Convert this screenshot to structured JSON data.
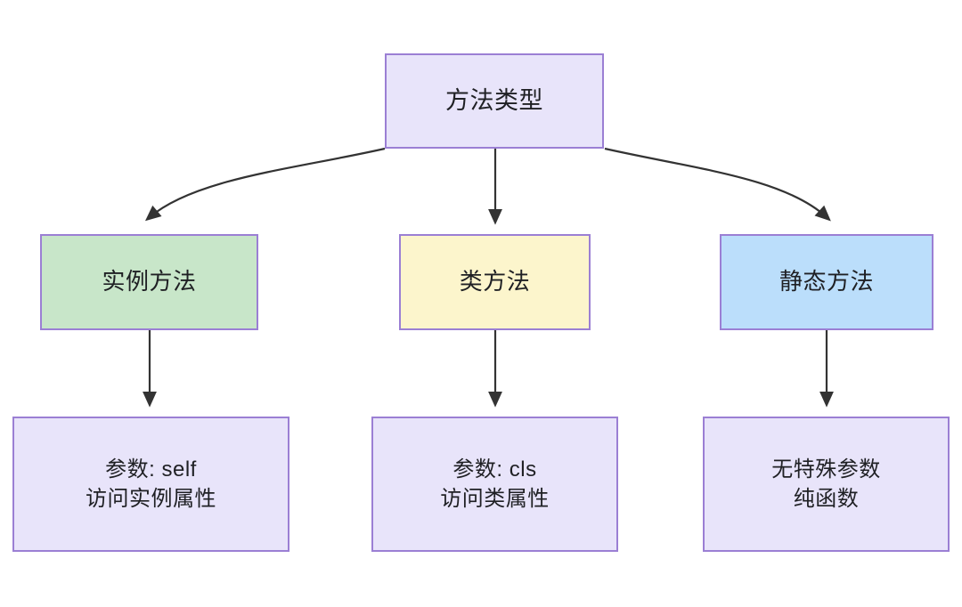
{
  "diagram": {
    "type": "flowchart",
    "direction": "top-down",
    "colors": {
      "edge": "#333333",
      "node_border": "#9B7FD4",
      "lavender_fill": "#E8E4FA",
      "green_fill": "#C8E6C9",
      "yellow_fill": "#FCF5CC",
      "blue_fill": "#BBDEFB",
      "text": "#1f2024",
      "background": "#ffffff"
    },
    "nodes": {
      "root": {
        "label": "方法类型"
      },
      "instance": {
        "label": "实例方法"
      },
      "class": {
        "label": "类方法"
      },
      "static": {
        "label": "静态方法"
      },
      "instance_detail": {
        "line1": "参数: self",
        "line2": "访问实例属性"
      },
      "class_detail": {
        "line1": "参数: cls",
        "line2": "访问类属性"
      },
      "static_detail": {
        "line1": "无特殊参数",
        "line2": "纯函数"
      }
    },
    "edges": [
      {
        "from": "root",
        "to": "instance",
        "style": "curved",
        "arrow": "triangle"
      },
      {
        "from": "root",
        "to": "class",
        "style": "straight",
        "arrow": "triangle"
      },
      {
        "from": "root",
        "to": "static",
        "style": "curved",
        "arrow": "triangle"
      },
      {
        "from": "instance",
        "to": "instance_detail",
        "style": "straight",
        "arrow": "triangle"
      },
      {
        "from": "class",
        "to": "class_detail",
        "style": "straight",
        "arrow": "triangle"
      },
      {
        "from": "static",
        "to": "static_detail",
        "style": "straight",
        "arrow": "triangle"
      }
    ]
  }
}
